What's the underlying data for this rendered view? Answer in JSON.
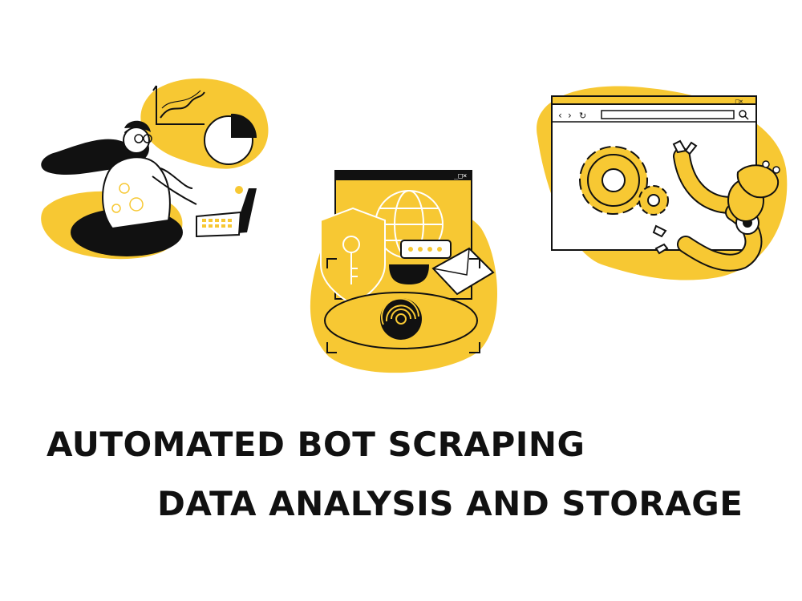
{
  "headlines": {
    "line1": "AUTOMATED BOT SCRAPING",
    "line2": "DATA ANALYSIS AND STORAGE"
  },
  "illustrations": [
    {
      "name": "analyst-at-laptop-illustration",
      "icon": "woman-with-laptop-and-charts"
    },
    {
      "name": "data-security-illustration",
      "icon": "shield-key-fingerprint-globe"
    },
    {
      "name": "robot-browser-illustration",
      "icon": "robot-arm-with-gears-in-browser"
    }
  ],
  "colors": {
    "accent": "#F7C833",
    "ink": "#111111",
    "background": "#FFFFFF"
  }
}
